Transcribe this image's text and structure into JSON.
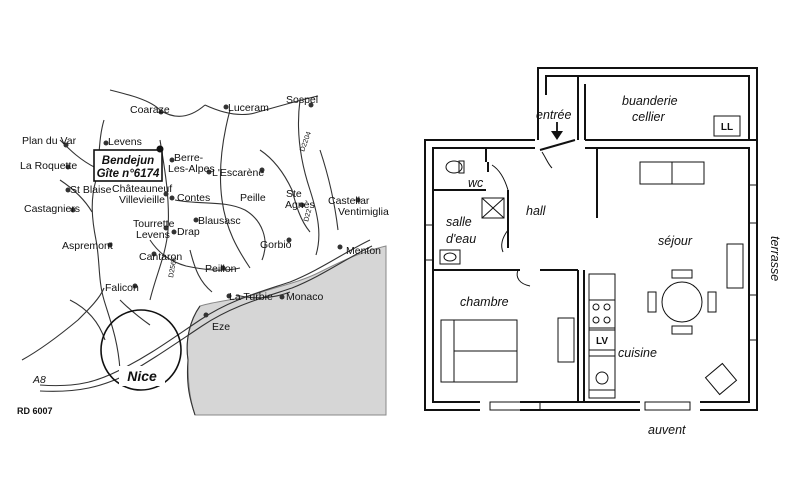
{
  "map": {
    "towns": [
      "Coaraze",
      "Luceram",
      "Sospel",
      "Plan du Var",
      "Levens",
      "La Roquette",
      "Berre-",
      "Les-Alpes",
      "Châteauneuf",
      "Villevieille",
      "L'Escarène",
      "St Blaise",
      "Contes",
      "Castagniers",
      "Peille",
      "Ste",
      "Agnès",
      "Castellar",
      "Ventimiglia",
      "Tourrette",
      "Levens",
      "Blausasc",
      "Aspremont",
      "Drap",
      "Gorbio",
      "Menton",
      "Cantaron",
      "Peillon",
      "Falicon",
      "La Turbie",
      "Monaco",
      "Eze",
      "Nice",
      "A8"
    ],
    "gite": {
      "line1": "Bendejun",
      "line2": "Gîte n°6174"
    },
    "ref_code": "RD 6007",
    "road_numbers": [
      "D2566",
      "D22",
      "D2204"
    ]
  },
  "plan": {
    "rooms": {
      "buanderie": "buanderie",
      "cellier": "cellier",
      "entree": "entrée",
      "wc": "wc",
      "hall": "hall",
      "salle": "salle",
      "deau": "d'eau",
      "sejour": "séjour",
      "chambre": "chambre",
      "cuisine": "cuisine"
    },
    "appliances": {
      "lave_linge": "LL",
      "lave_vaisselle": "LV"
    },
    "outside": {
      "terrasse": "terrasse",
      "auvent": "auvent"
    }
  }
}
